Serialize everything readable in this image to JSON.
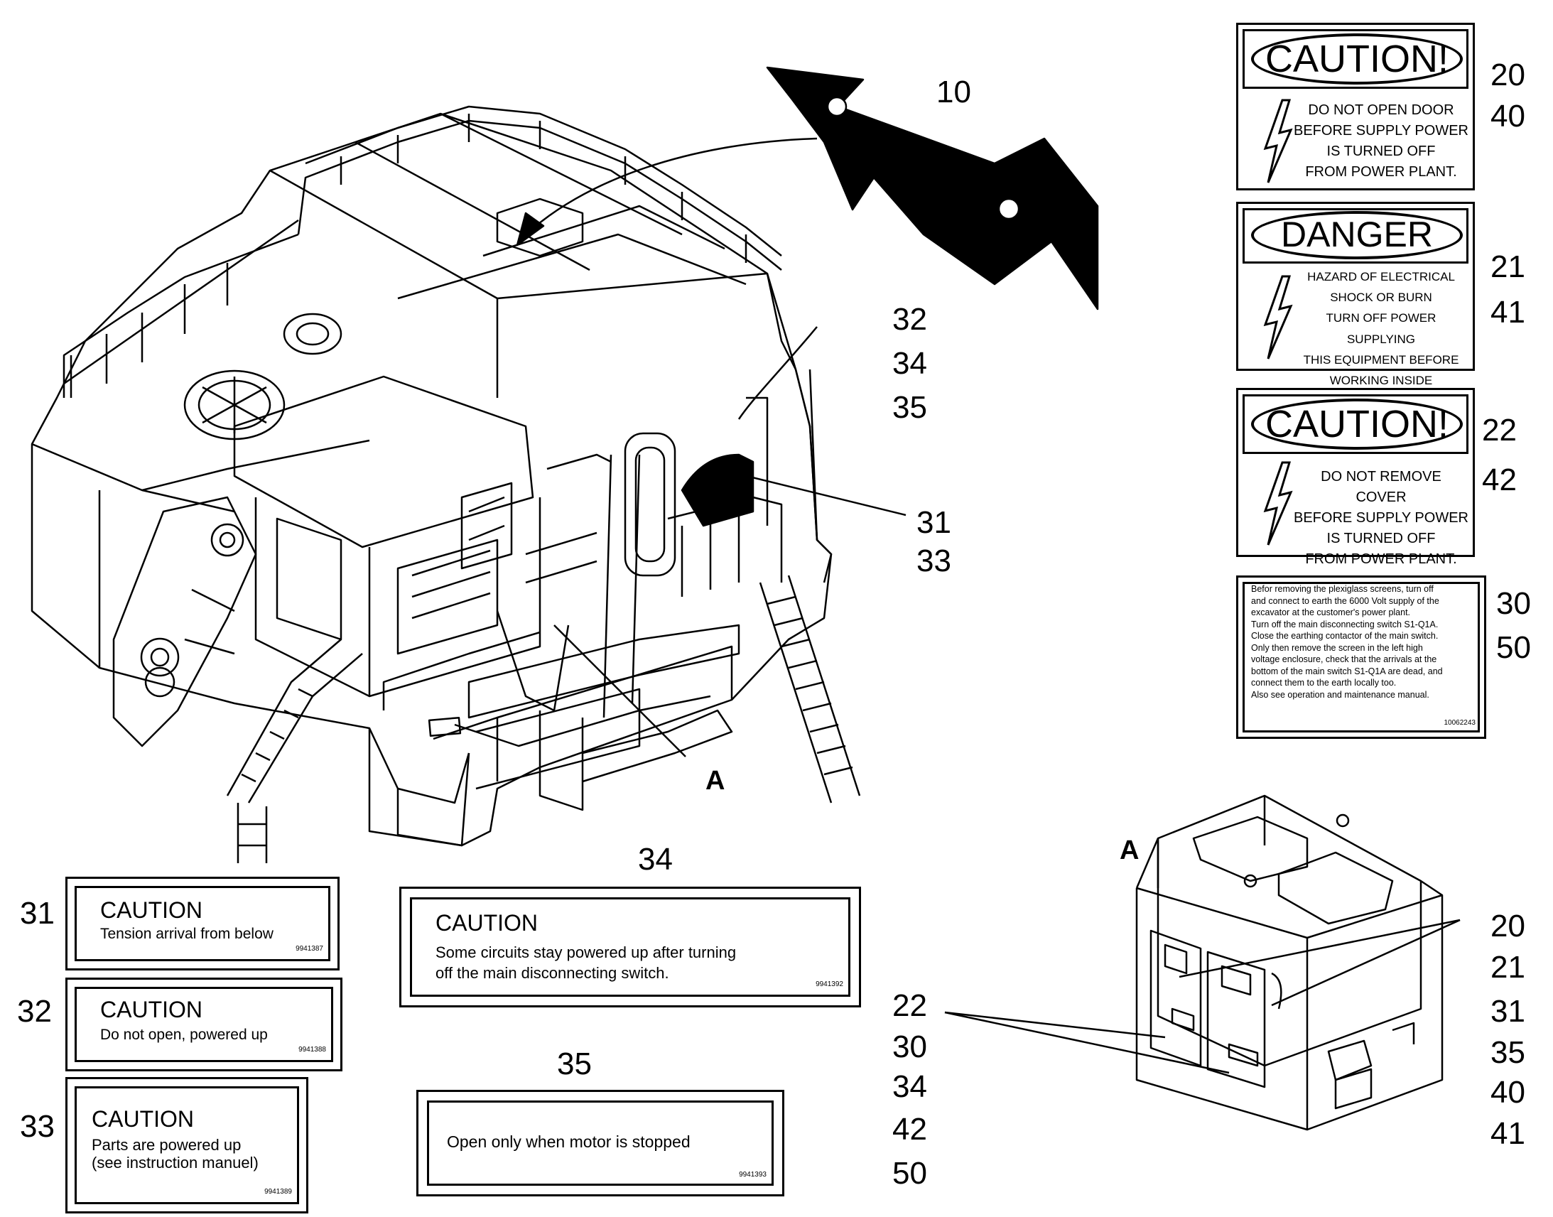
{
  "callouts": {
    "c10": "10",
    "c20a": "20",
    "c40a": "40",
    "c21a": "21",
    "c41a": "41",
    "c22a": "22",
    "c42a": "42",
    "c30a": "30",
    "c50a": "50",
    "c32": "32",
    "c34": "34",
    "c35": "35",
    "c31": "31",
    "c33": "33",
    "view_a_main": "A",
    "view_a_detail": "A",
    "lab31_num": "31",
    "lab32_num": "32",
    "lab33_num": "33",
    "lab34_num": "34",
    "lab35_num": "35",
    "b22": "22",
    "b30": "30",
    "b34": "34",
    "b42": "42",
    "b50": "50",
    "r20": "20",
    "r21": "21",
    "r31": "31",
    "r35": "35",
    "r40": "40",
    "r41": "41"
  },
  "warning_labels": {
    "caution_door": {
      "heading": "CAUTION!",
      "lines": [
        "DO NOT OPEN DOOR",
        "BEFORE SUPPLY POWER",
        "IS TURNED OFF",
        "FROM POWER PLANT."
      ]
    },
    "danger": {
      "heading": "DANGER",
      "lines": [
        "HAZARD OF ELECTRICAL",
        "SHOCK OR BURN",
        "TURN OFF POWER SUPPLYING",
        "THIS EQUIPMENT BEFORE",
        "WORKING INSIDE"
      ]
    },
    "caution_cover": {
      "heading": "CAUTION!",
      "lines": [
        "DO NOT REMOVE COVER",
        "BEFORE SUPPLY POWER",
        "IS TURNED OFF",
        "FROM POWER PLANT."
      ]
    },
    "instructions": {
      "text": "Befor removing the plexiglass screens, turn off\nand connect to earth the 6000 Volt supply of the\nexcavator at the customer's power plant.\nTurn off the main disconnecting switch S1-Q1A.\nClose the earthing contactor of the main switch.\nOnly then remove the screen in the left high\nvoltage enclosure, check that the arrivals at the\nbottom of the main switch S1-Q1A are dead, and\nconnect them to the earth locally too.\nAlso see operation and maintenance manual.",
      "code": "10062243"
    }
  },
  "labels": {
    "l31": {
      "heading": "CAUTION",
      "text": "Tension arrival from below",
      "code": "9941387"
    },
    "l32": {
      "heading": "CAUTION",
      "text": "Do not open, powered up",
      "code": "9941388"
    },
    "l33": {
      "heading": "CAUTION",
      "text": "Parts are powered up\n(see instruction manuel)",
      "code": "9941389"
    },
    "l34": {
      "heading": "CAUTION",
      "text": "Some circuits stay powered up after turning\noff the main disconnecting switch.",
      "code": "9941392"
    },
    "l35": {
      "heading": "",
      "text": "Open only when motor is stopped",
      "code": "9941393"
    }
  }
}
